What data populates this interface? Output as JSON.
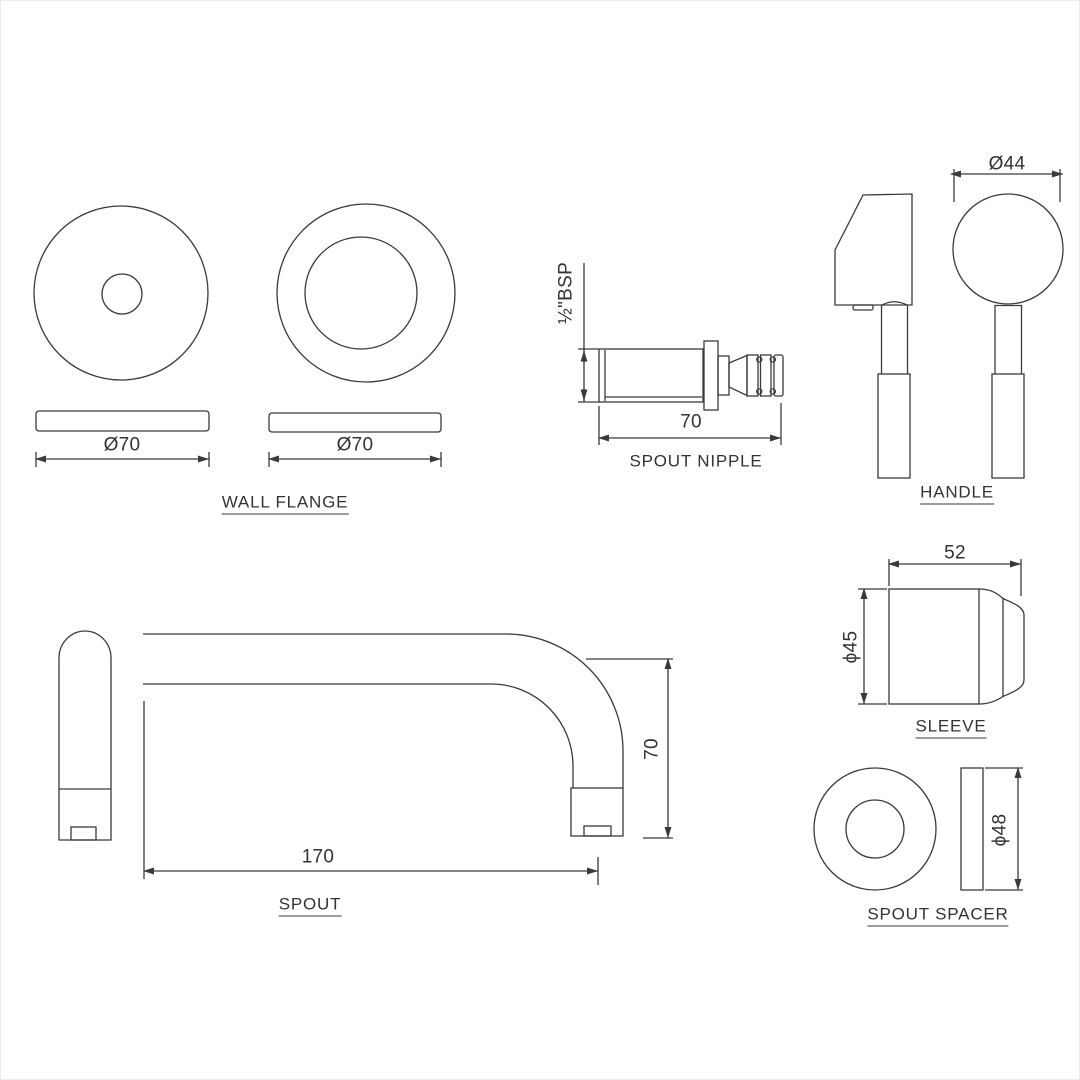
{
  "colors": {
    "background": "#ffffff",
    "line": "#3a3a3a",
    "text": "#333333"
  },
  "parts": {
    "wall_flange": {
      "label": "WALL FLANGE",
      "dim_front_diameter": "Ø70",
      "dim_side_diameter": "Ø70"
    },
    "spout_nipple": {
      "label": "SPOUT NIPPLE",
      "dim_thread": "½\"BSP",
      "dim_length": "70"
    },
    "handle": {
      "label": "HANDLE",
      "dim_diameter": "Ø44"
    },
    "sleeve": {
      "label": "SLEEVE",
      "dim_length": "52",
      "dim_diameter": "ϕ45"
    },
    "spout": {
      "label": "SPOUT",
      "dim_reach": "170",
      "dim_height": "70"
    },
    "spout_spacer": {
      "label": "SPOUT SPACER",
      "dim_diameter": "ϕ48"
    }
  }
}
